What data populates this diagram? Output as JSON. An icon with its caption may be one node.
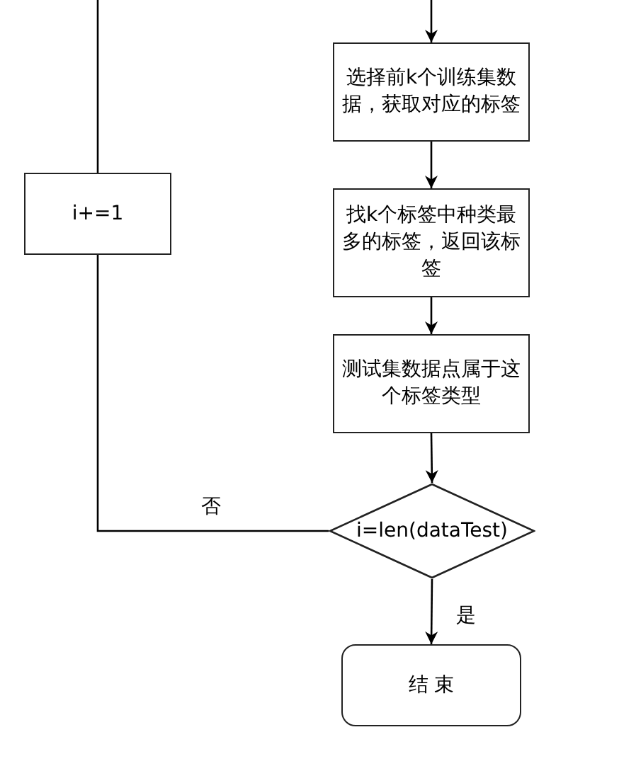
{
  "diagram": {
    "nodes": [
      {
        "text": [
          "选择前k个训练集数据，获取对应的标签"
        ]
      },
      {
        "text": [
          "找k个标签中种类最多的标签，返回该标签"
        ]
      },
      {
        "text": [
          "测试集数据点属于这个标签类型"
        ]
      },
      {
        "text": [
          "i=len(dataTest)"
        ]
      },
      {
        "text": [
          "i+=1"
        ]
      },
      {
        "text": [
          "结 束"
        ]
      }
    ],
    "edges": [
      {
        "from": null,
        "to": 0,
        "arrow": "to"
      },
      {
        "from": 0,
        "to": 1,
        "arrow": "to"
      },
      {
        "from": 1,
        "to": 2,
        "arrow": "to"
      },
      {
        "from": 2,
        "to": 3,
        "arrow": "to"
      },
      {
        "from": 3,
        "to": 5,
        "arrow": "to",
        "label": "是"
      },
      {
        "from": 3,
        "to": 4,
        "arrow": "none",
        "label": "否"
      },
      {
        "from": 4,
        "to": null,
        "arrow": "none"
      }
    ]
  }
}
